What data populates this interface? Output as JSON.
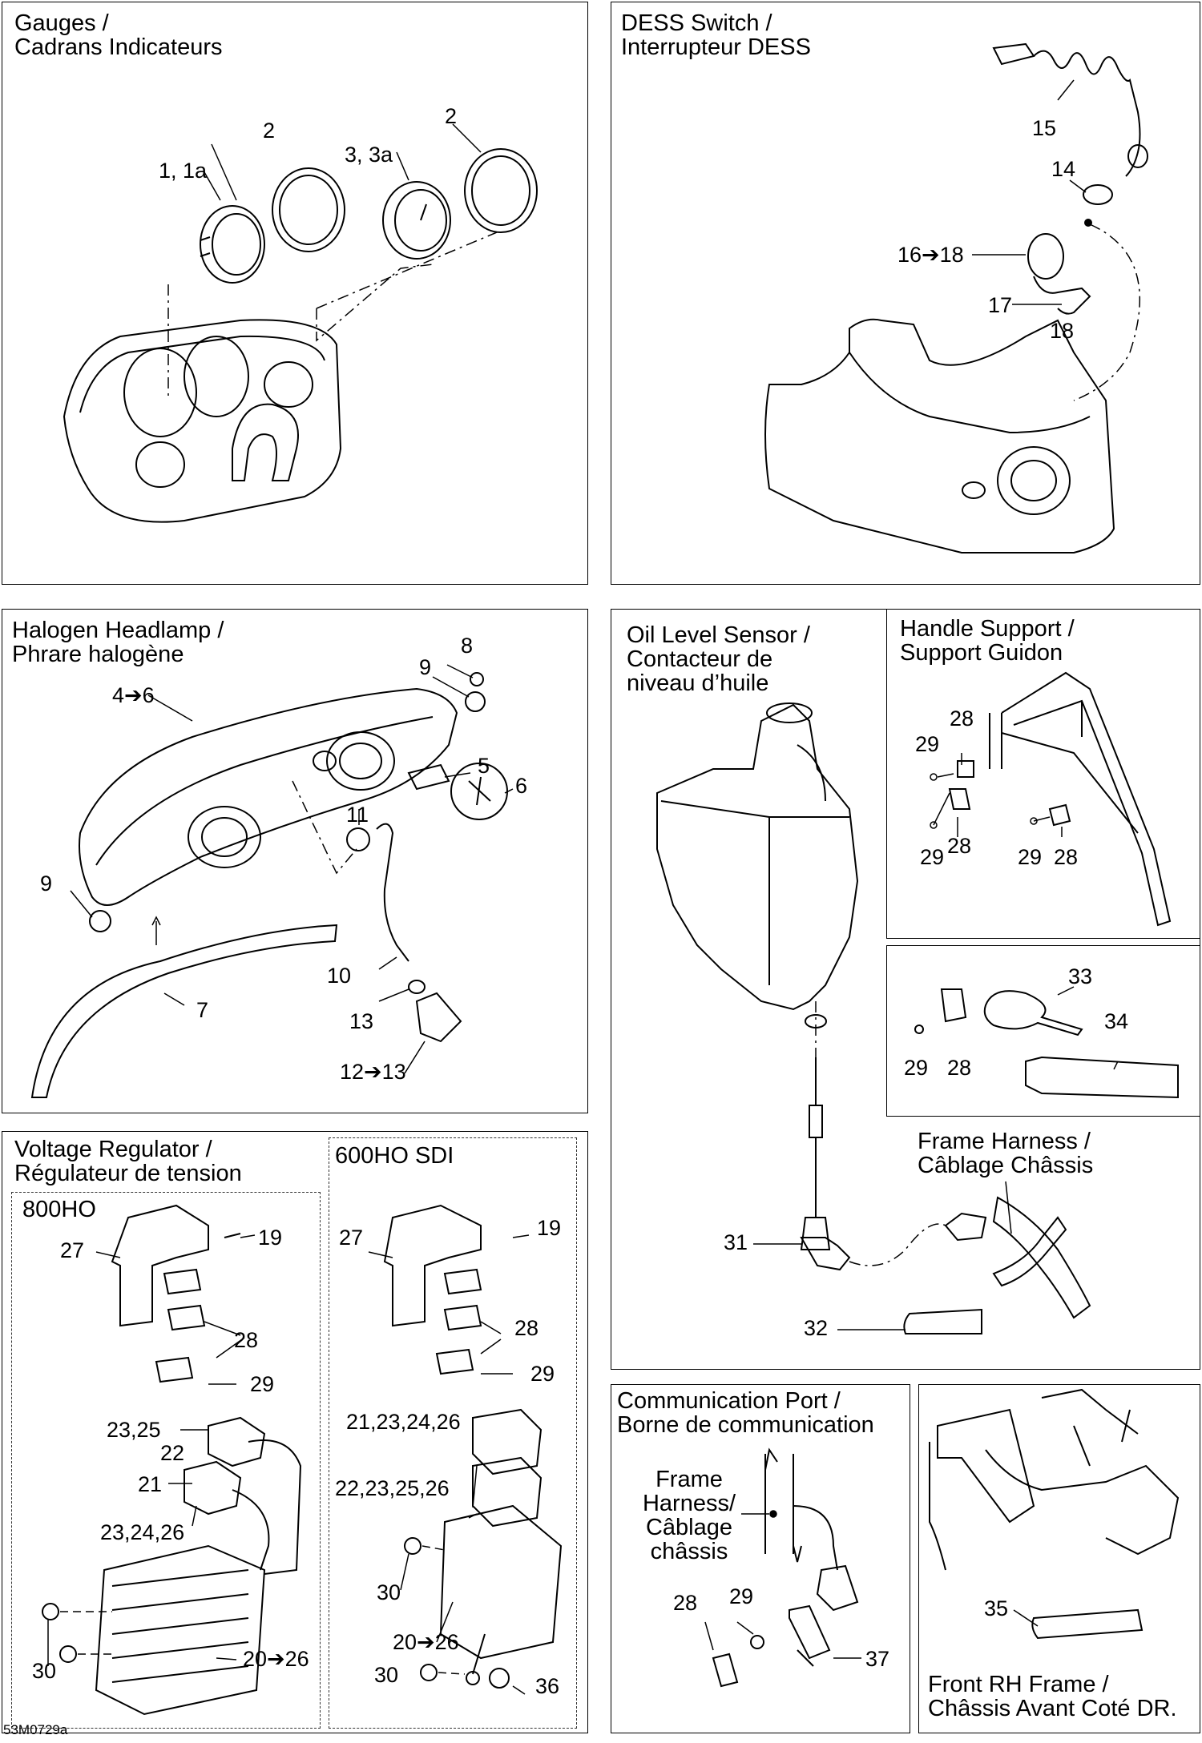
{
  "sections": {
    "gauges": {
      "title_line1": "Gauges /",
      "title_line2": "Cadrans Indicateurs"
    },
    "dess": {
      "title_line1": "DESS Switch /",
      "title_line2": "Interrupteur DESS"
    },
    "headlamp": {
      "title_line1": "Halogen Headlamp /",
      "title_line2": "Phrare halogène"
    },
    "oil": {
      "title_line1": "Oil Level Sensor /",
      "title_line2": "Contacteur de",
      "title_line3": "niveau d’huile"
    },
    "handle": {
      "title_line1": "Handle Support /",
      "title_line2": "Support Guidon"
    },
    "voltage": {
      "title_line1": "Voltage Regulator /",
      "title_line2": "Régulateur de tension",
      "variant_800": "800HO",
      "variant_600": "600HO SDI"
    },
    "frame_harness": {
      "title_line1": "Frame Harness /",
      "title_line2": "Câblage Châssis"
    },
    "comm": {
      "title_line1": "Communication Port /",
      "title_line2": "Borne de communication",
      "label_l1": "Frame",
      "label_l2": "Harness/",
      "label_l3": "Câblage",
      "label_l4": "châssis"
    },
    "front_frame": {
      "title_line1": "Front RH Frame  /",
      "title_line2": "Châssis Avant Coté DR."
    }
  },
  "callouts": {
    "g_1": "1, 1a",
    "g_2a": "2",
    "g_3": "3, 3a",
    "g_2b": "2",
    "d_15": "15",
    "d_14": "14",
    "d_16": "16➔18",
    "d_17": "17",
    "d_18": "18",
    "h_8": "8",
    "h_9a": "9",
    "h_4": "4➔6",
    "h_5": "5",
    "h_6": "6",
    "h_11": "11",
    "h_9b": "9",
    "h_10": "10",
    "h_7": "7",
    "h_13": "13",
    "h_12": "12➔13",
    "hs_28a": "28",
    "hs_29a": "29",
    "hs_29b": "29",
    "hs_28b": "28",
    "hs_29c": "29",
    "hs_28c": "28",
    "k_33": "33",
    "k_34": "34",
    "k_29": "29",
    "k_28": "28",
    "o_31": "31",
    "o_32": "32",
    "v_27a": "27",
    "v_19a": "19",
    "v_28a": "28",
    "v_29a": "29",
    "v_23_25": "23,25",
    "v_22": "22",
    "v_21": "21",
    "v_23_24_26": "23,24,26",
    "v_30a": "30",
    "v_20a": "20➔26",
    "v_27b": "27",
    "v_19b": "19",
    "v_28b": "28",
    "v_29b": "29",
    "v_21_23_24_26": "21,23,24,26",
    "v_22_23_25_26": "22,23,25,26",
    "v_30b": "30",
    "v_20b": "20➔26",
    "v_30c": "30",
    "v_36": "36",
    "c_28": "28",
    "c_29": "29",
    "c_37": "37",
    "f_35": "35"
  },
  "figure_code": "53M0729a"
}
